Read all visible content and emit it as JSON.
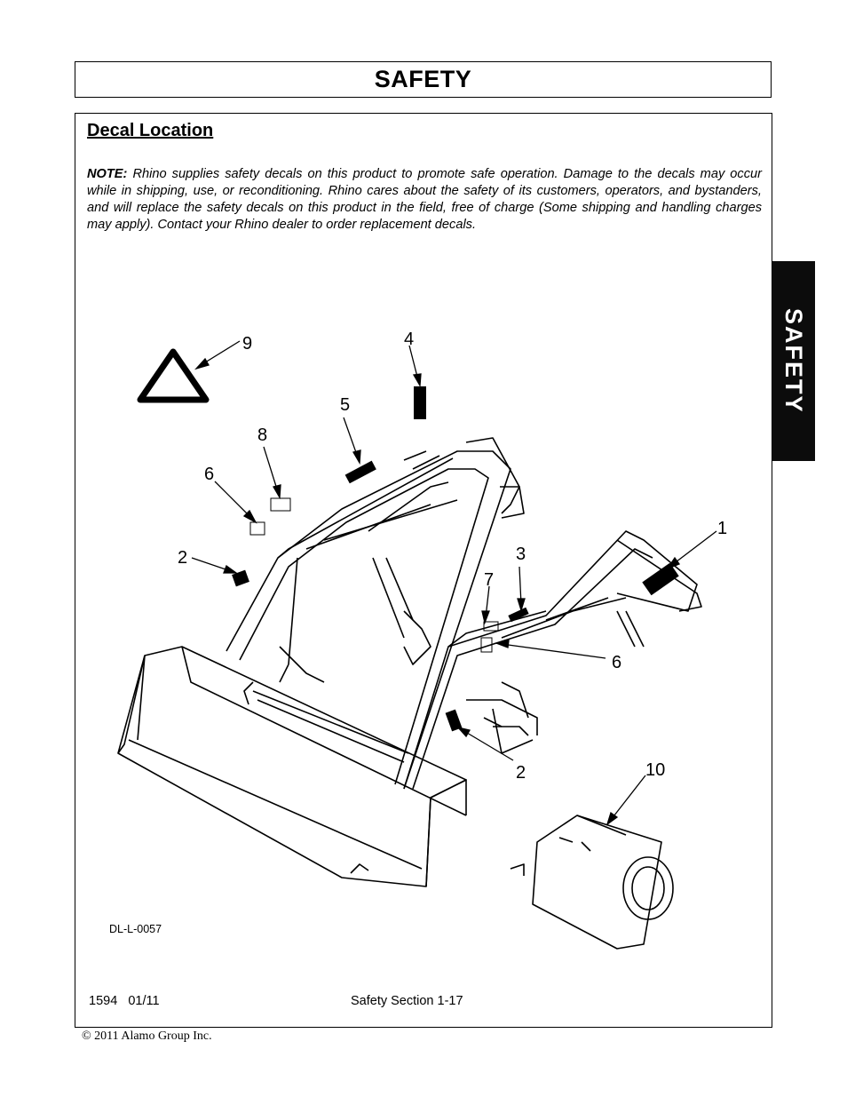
{
  "header": {
    "title": "SAFETY"
  },
  "side_tab": {
    "label": "SAFETY"
  },
  "section": {
    "heading": "Decal Location",
    "note_label": "NOTE:",
    "note_text": " Rhino supplies safety decals on this product to promote safe operation. Damage to the decals may occur while in shipping, use, or reconditioning. Rhino cares about the safety of its customers, operators, and bystanders, and will replace the safety decals on this product in the field, free of charge (Some shipping and handling charges may apply). Contact your Rhino dealer to order replacement decals."
  },
  "figure": {
    "id": "DL-L-0057",
    "callouts": [
      "9",
      "4",
      "5",
      "8",
      "6",
      "2",
      "1",
      "3",
      "7",
      "6",
      "2",
      "10"
    ]
  },
  "footer": {
    "left": "1594   01/11",
    "center": "Safety Section 1-17",
    "copyright": "© 2011 Alamo Group Inc."
  }
}
